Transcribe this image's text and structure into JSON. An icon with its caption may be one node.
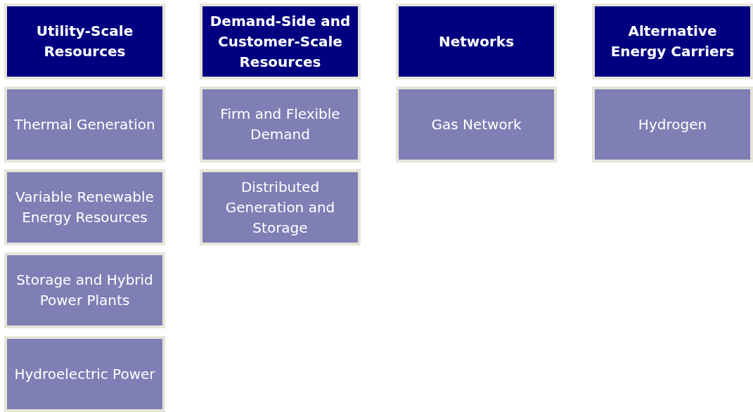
{
  "diagram": {
    "nodes": [
      {
        "text": [
          "Utility-Scale Resources"
        ]
      },
      {
        "text": [
          "Thermal Generation"
        ]
      },
      {
        "text": [
          "Variable Renewable Energy Resources"
        ]
      },
      {
        "text": [
          "Storage and Hybrid Power Plants"
        ]
      },
      {
        "text": [
          "Hydroelectric Power"
        ]
      },
      {
        "text": [
          "Demand-Side and Customer-Scale Resources"
        ]
      },
      {
        "text": [
          "Firm and Flexible Demand"
        ]
      },
      {
        "text": [
          "Distributed Generation and Storage"
        ]
      },
      {
        "text": [
          "Networks"
        ]
      },
      {
        "text": [
          "Gas Network"
        ]
      },
      {
        "text": [
          "Alternative Energy Carriers"
        ]
      },
      {
        "text": [
          "Hydrogen"
        ]
      }
    ]
  }
}
